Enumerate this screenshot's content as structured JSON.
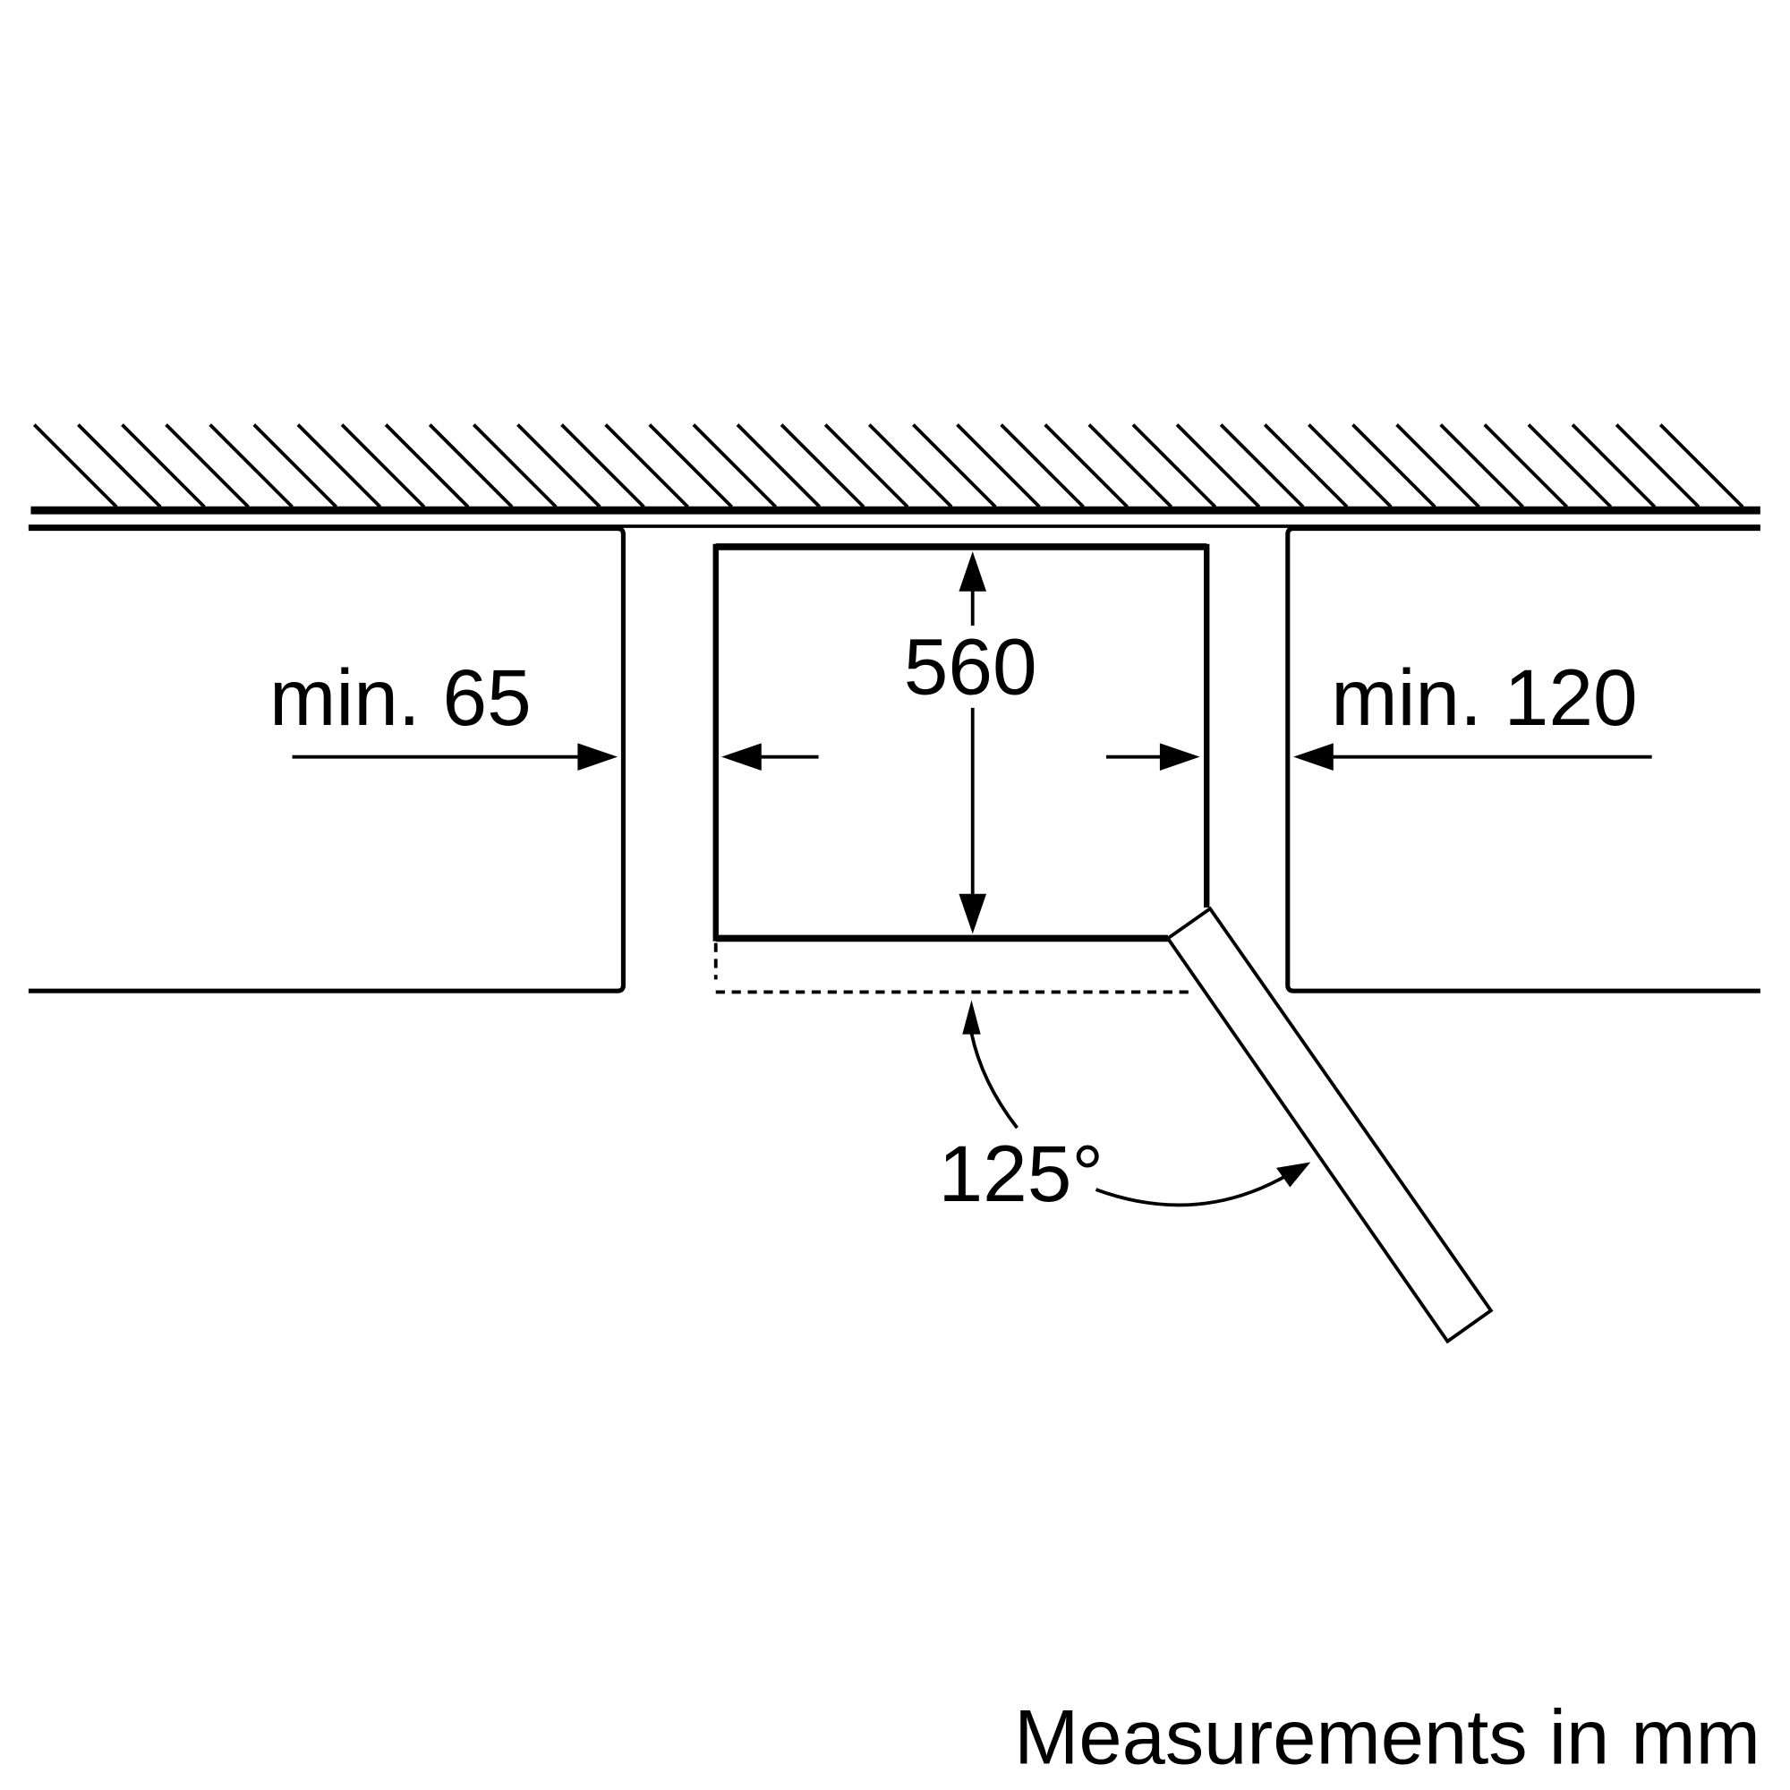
{
  "labels": {
    "left_clearance": "min. 65",
    "right_clearance": "min. 120",
    "depth": "560",
    "door_angle": "125°",
    "units_note": "Measurements in mm"
  },
  "colors": {
    "line": "#000000",
    "background": "#ffffff"
  }
}
